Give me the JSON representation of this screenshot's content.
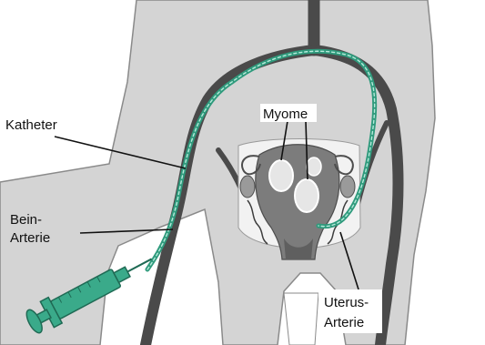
{
  "labels": {
    "myome": "Myome",
    "katheter": "Katheter",
    "bein_line1": "Bein-",
    "bein_line2": "Arterie",
    "uterus_line1": "Uterus-",
    "uterus_line2": "Arterie"
  },
  "colors": {
    "body": "#d4d4d4",
    "body_outline": "#8a8a8a",
    "artery": "#4a4a4a",
    "catheter": "#2f9a7c",
    "catheter_highlight": "#b7eadb",
    "uterus": "#7c7c7c",
    "myoma": "#e6e6e6",
    "syringe": "#3aaa8a"
  },
  "icons": {
    "syringe": "syringe-icon"
  }
}
